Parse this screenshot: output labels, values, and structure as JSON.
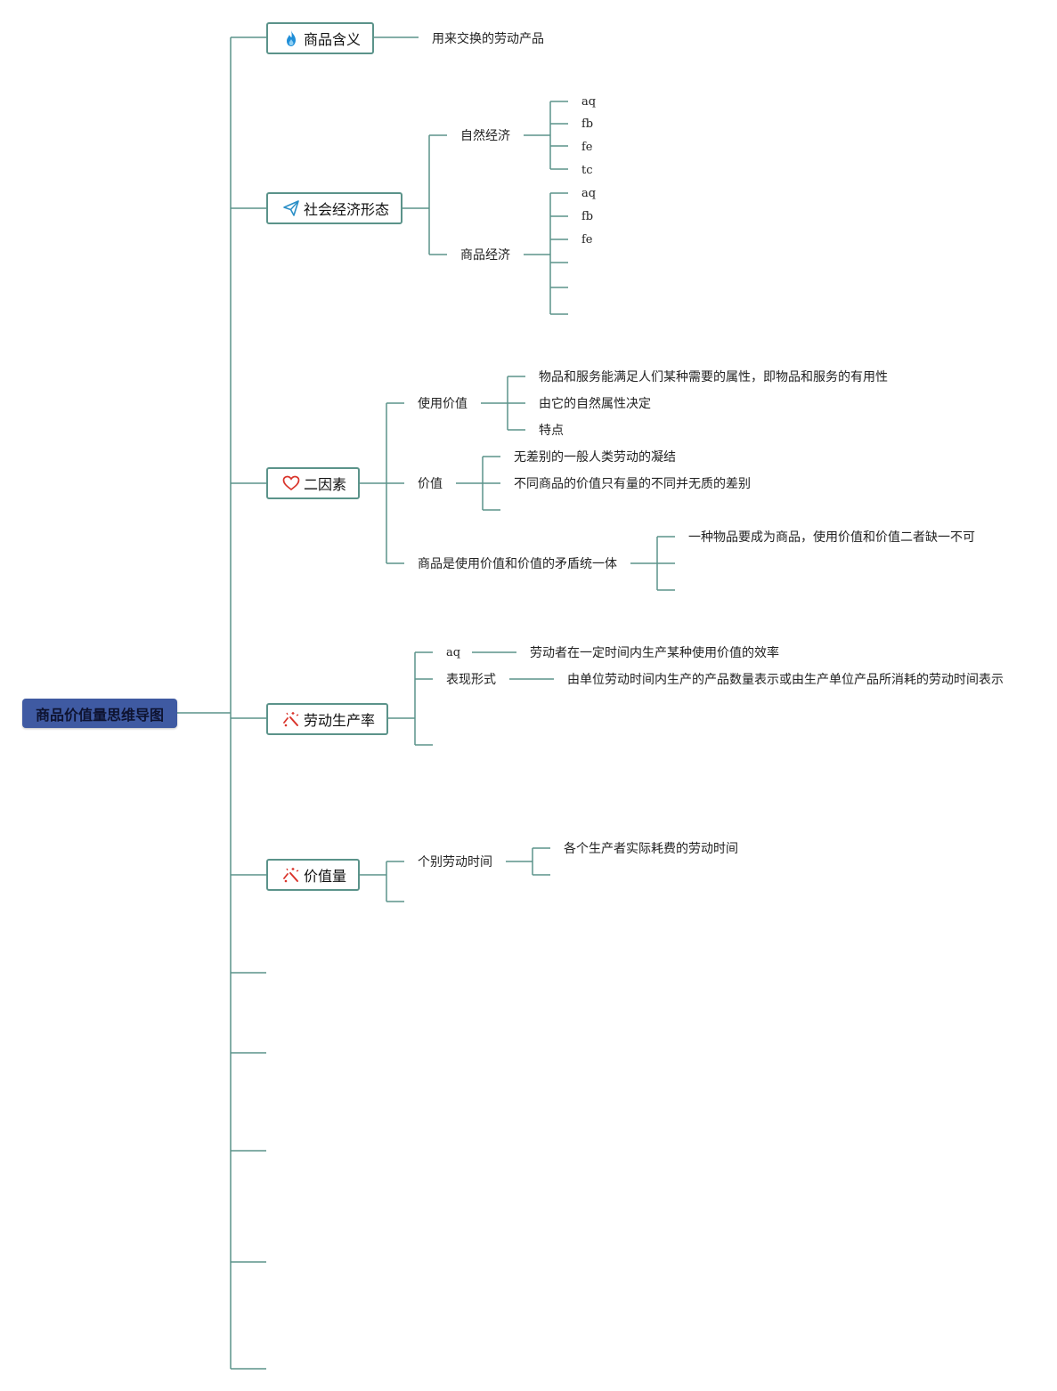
{
  "root": {
    "label": "商品价值量思维导图"
  },
  "topics": {
    "meaning": {
      "label": "商品含义",
      "icon": "flame-icon"
    },
    "social": {
      "label": "社会经济形态",
      "icon": "paper-plane-icon"
    },
    "two_factors": {
      "label": "二因素",
      "icon": "heart-icon"
    },
    "productivity": {
      "label": "劳动生产率",
      "icon": "magic-wand-icon"
    },
    "value_amount": {
      "label": "价值量",
      "icon": "magic-wand-icon"
    }
  },
  "nodes": {
    "meaning_def": "用来交换的劳动产品",
    "natural_economy": "自然经济",
    "natural_children": [
      "aq",
      "fb",
      "fe",
      "tc"
    ],
    "commodity_economy": "商品经济",
    "commodity_children": [
      "aq",
      "fb",
      "fe"
    ],
    "use_value": "使用价值",
    "use_value_children": [
      "物品和服务能满足人们某种需要的属性，即物品和服务的有用性",
      "由它的自然属性决定",
      "特点"
    ],
    "value": "价值",
    "value_children": [
      "无差别的一般人类劳动的凝结",
      "不同商品的价值只有量的不同并无质的差别"
    ],
    "unity": "商品是使用价值和价值的矛盾统一体",
    "unity_children": [
      "一种物品要成为商品，使用价值和价值二者缺一不可"
    ],
    "prod_aq": "aq",
    "prod_aq_child": "劳动者在一定时间内生产某种使用价值的效率",
    "prod_form": "表现形式",
    "prod_form_child": "由单位劳动时间内生产的产品数量表示或由生产单位产品所消耗的劳动时间表示",
    "individual_time": "个别劳动时间",
    "individual_time_child": "各个生产者实际耗费的劳动时间"
  },
  "colors": {
    "root_fill": "#3f5aa2",
    "connector": "#5b938a",
    "connector_light": "#9cc3bc",
    "flame": "#1f8ed8",
    "plane": "#2a8fc7",
    "heart": "#d9342b",
    "wand": "#d9342b"
  }
}
